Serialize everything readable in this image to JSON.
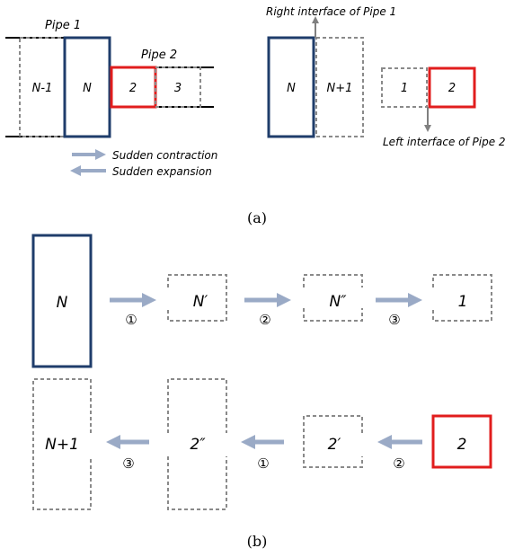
{
  "part_a": {
    "pipe1_label": "Pipe 1",
    "pipe2_label": "Pipe 2",
    "cell_n_minus_1": "N-1",
    "cell_n": "N",
    "cell_2": "2",
    "cell_3": "3",
    "right_interface_label": "Right interface of Pipe 1",
    "left_interface_label": "Left interface of Pipe 2",
    "ghost_n": "N",
    "ghost_n_plus_1": "N+1",
    "ghost_1": "1",
    "ghost_2": "2",
    "legend_contraction": "Sudden contraction",
    "legend_expansion": "Sudden expansion",
    "caption": "(a)"
  },
  "part_b": {
    "row1": {
      "cell_n": "N",
      "cell_n_prime": "N′",
      "cell_n_dprime": "N″",
      "cell_1": "1",
      "step1": "①",
      "step2": "②",
      "step3": "③"
    },
    "row2": {
      "cell_n_plus_1": "N+1",
      "cell_2_dprime": "2″",
      "cell_2_prime": "2′",
      "cell_2": "2",
      "step3": "③",
      "step1": "①",
      "step2": "②"
    },
    "caption": "(b)"
  },
  "colors": {
    "blue_cell": "#1f3d6b",
    "red_cell": "#e11d1d",
    "dashed_cell": "#8a8a8a",
    "arrow": "#9aaac6",
    "interface_arrow": "#808080",
    "pipe_wall": "#000000"
  }
}
